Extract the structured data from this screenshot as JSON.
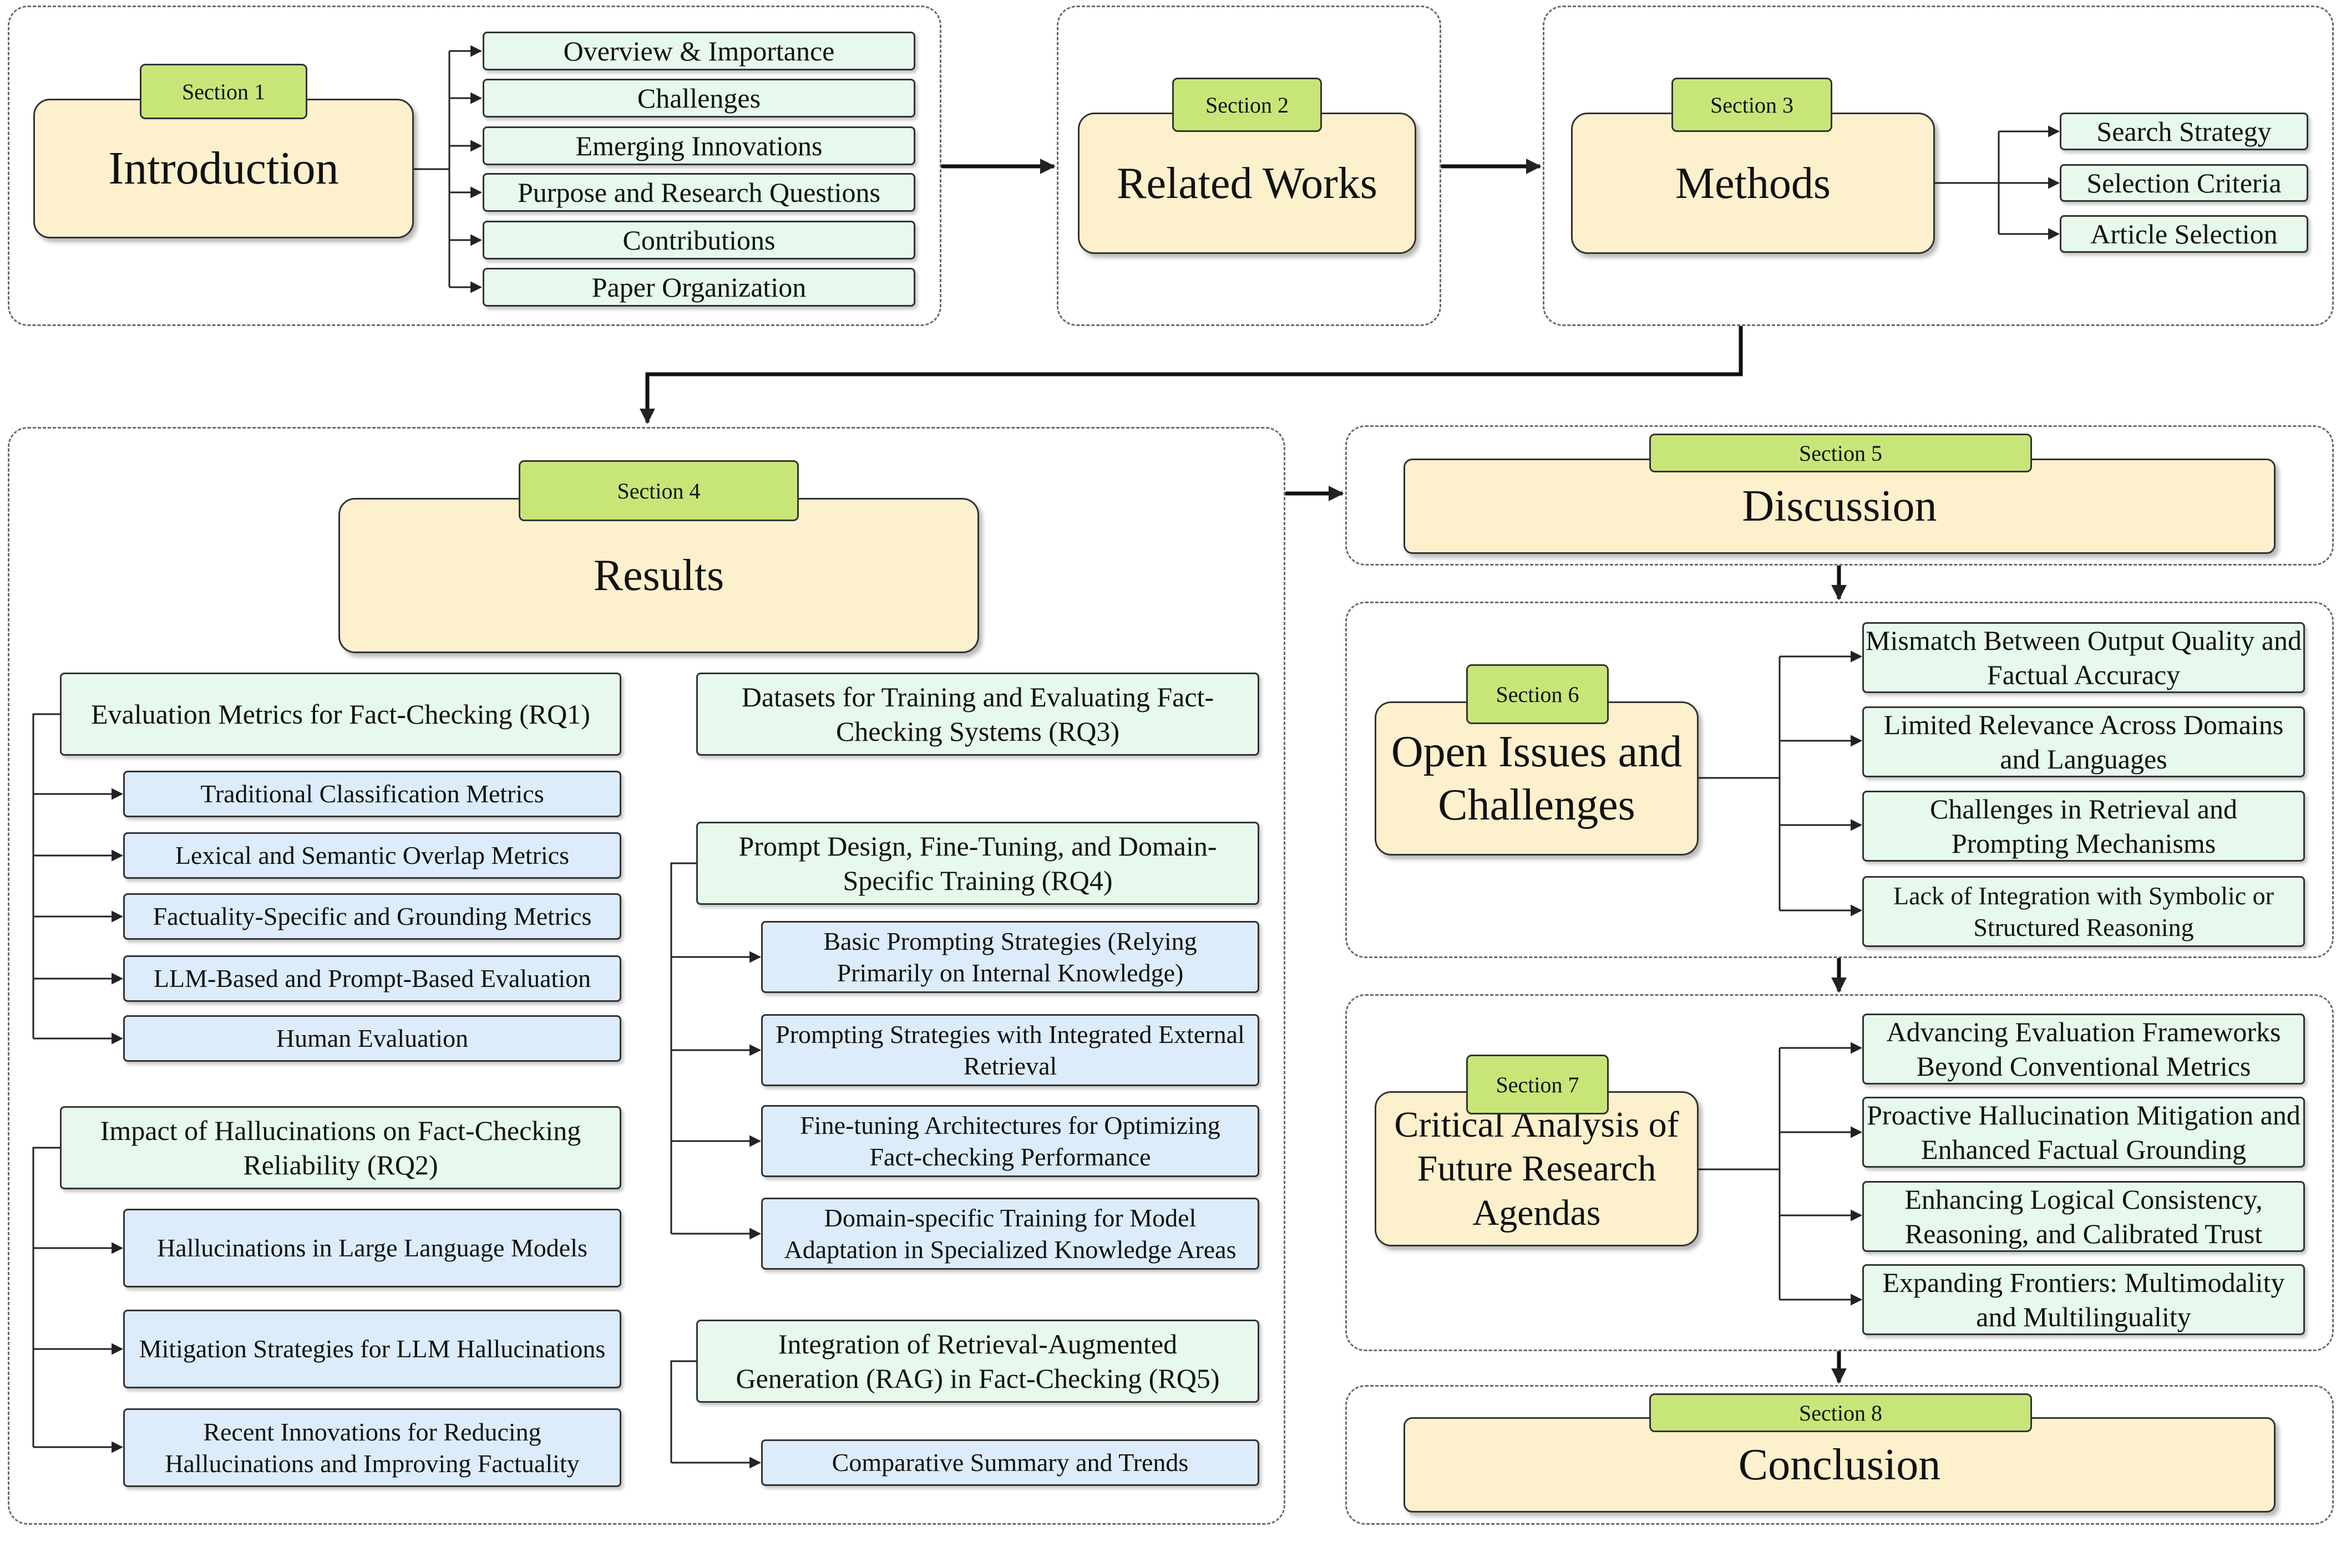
{
  "sections": {
    "s1": {
      "tag": "Section 1",
      "title": "Introduction",
      "items": [
        "Overview & Importance",
        "Challenges",
        "Emerging Innovations",
        "Purpose and Research Questions",
        "Contributions",
        "Paper Organization"
      ]
    },
    "s2": {
      "tag": "Section 2",
      "title": "Related Works"
    },
    "s3": {
      "tag": "Section 3",
      "title": "Methods",
      "items": [
        "Search Strategy",
        "Selection Criteria",
        "Article Selection"
      ]
    },
    "s4": {
      "tag": "Section 4",
      "title": "Results",
      "rq1": {
        "title": "Evaluation Metrics for Fact-Checking (RQ1)",
        "items": [
          "Traditional Classification Metrics",
          "Lexical and Semantic Overlap Metrics",
          "Factuality-Specific and Grounding Metrics",
          "LLM-Based and Prompt-Based Evaluation",
          "Human Evaluation"
        ]
      },
      "rq2": {
        "title": "Impact of Hallucinations on Fact-Checking Reliability (RQ2)",
        "items": [
          "Hallucinations in Large Language Models",
          "Mitigation Strategies for LLM Hallucinations",
          "Recent Innovations for Reducing Hallucinations and Improving Factuality"
        ]
      },
      "rq3": {
        "title": "Datasets for Training and Evaluating Fact-Checking Systems (RQ3)"
      },
      "rq4": {
        "title": "Prompt Design, Fine-Tuning, and Domain-Specific Training (RQ4)",
        "items": [
          "Basic Prompting Strategies (Relying Primarily on Internal Knowledge)",
          "Prompting Strategies with Integrated External Retrieval",
          "Fine-tuning Architectures for Optimizing Fact-checking Performance",
          "Domain-specific Training for Model Adaptation in Specialized Knowledge Areas"
        ]
      },
      "rq5": {
        "title": "Integration of Retrieval-Augmented Generation (RAG) in Fact-Checking (RQ5)",
        "items": [
          "Comparative Summary and Trends"
        ]
      }
    },
    "s5": {
      "tag": "Section 5",
      "title": "Discussion"
    },
    "s6": {
      "tag": "Section 6",
      "title": "Open Issues and Challenges",
      "items": [
        "Mismatch Between Output Quality and Factual Accuracy",
        "Limited Relevance Across Domains and Languages",
        "Challenges in Retrieval and Prompting Mechanisms",
        "Lack of Integration with Symbolic or Structured Reasoning"
      ]
    },
    "s7": {
      "tag": "Section 7",
      "title": "Critical Analysis of Future Research Agendas",
      "items": [
        "Advancing Evaluation Frameworks Beyond Conventional Metrics",
        "Proactive Hallucination Mitigation and Enhanced Factual Grounding",
        "Enhancing Logical Consistency, Reasoning, and Calibrated Trust",
        "Expanding Frontiers: Multimodality and Multilinguality"
      ]
    },
    "s8": {
      "tag": "Section 8",
      "title": "Conclusion"
    }
  },
  "colors": {
    "main_box": "#fdf0cc",
    "section_tag": "#c8e678",
    "green_box": "#e6f9ec",
    "blue_box": "#dcecfb",
    "border": "#333333",
    "dashed_group": "#6a6a6a"
  }
}
